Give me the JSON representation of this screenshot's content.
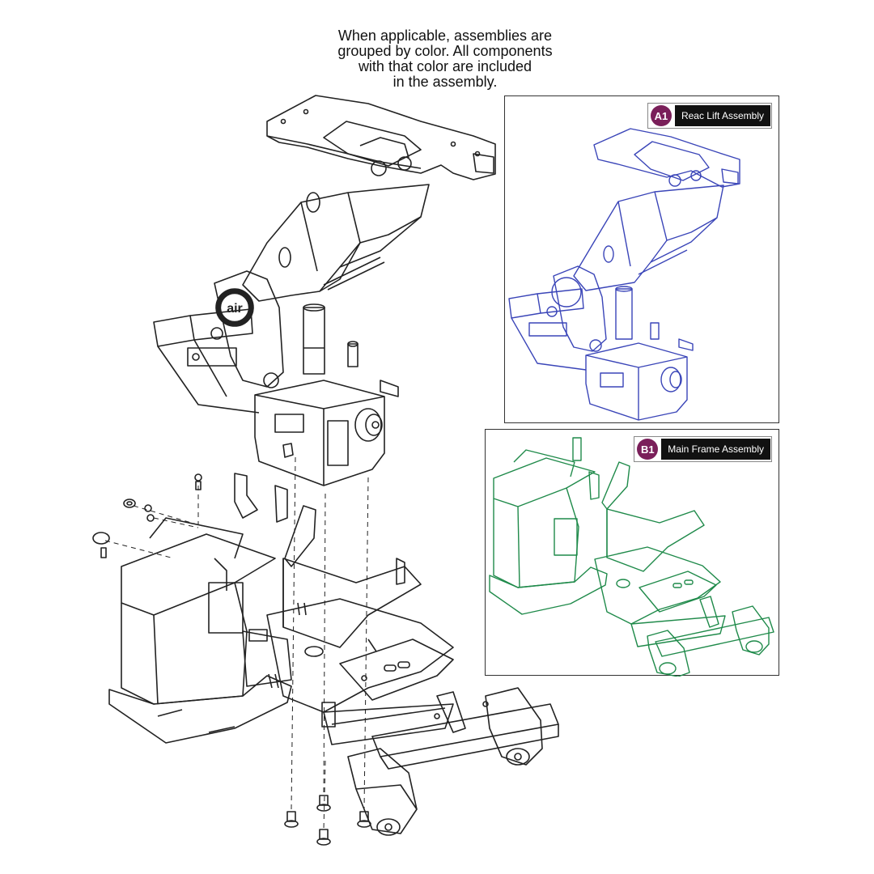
{
  "instructions": {
    "lines": [
      "When applicable, assemblies are",
      "grouped by color. All components",
      "with that color are included",
      "in the assembly."
    ]
  },
  "logo": {
    "text": "air"
  },
  "assemblies": [
    {
      "badge": "A1",
      "label": "Reac Lift Assembly",
      "color": "#3a45b8"
    },
    {
      "badge": "B1",
      "label": "Main Frame Assembly",
      "color": "#1f8a4a"
    }
  ],
  "colors": {
    "badge_bg": "#7a1f5a",
    "line": "#222222"
  }
}
